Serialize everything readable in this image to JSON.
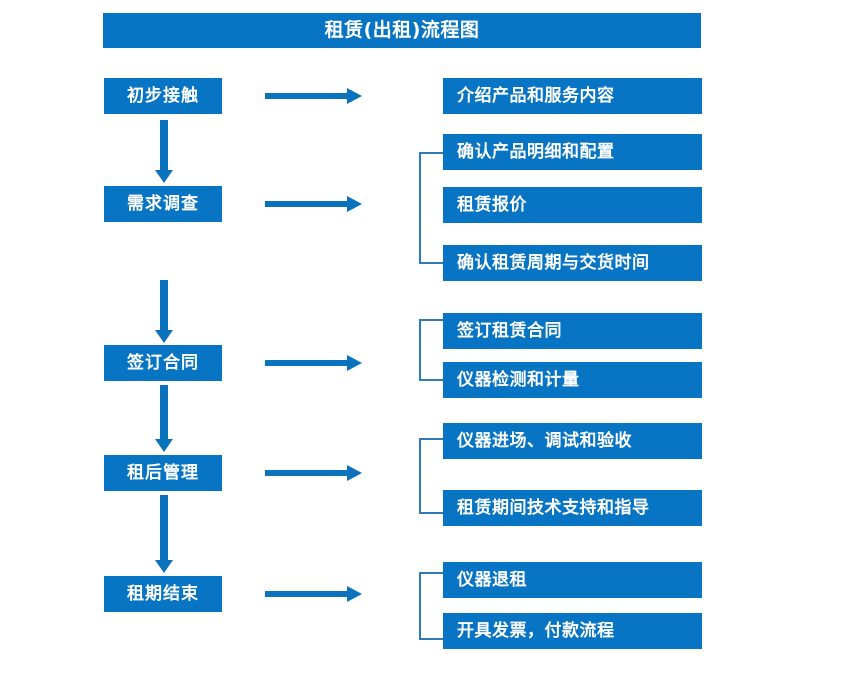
{
  "header": {
    "title": "租赁(出租)流程图"
  },
  "colors": {
    "box_blue": "#0874C4",
    "arrow_blue": "#0B72BE",
    "bracket_blue": "#2E7BB8",
    "text_white": "#FFFFFF",
    "background": "#FFFFFF"
  },
  "stages": [
    {
      "label": "初步接触"
    },
    {
      "label": "需求调查"
    },
    {
      "label": "签订合同"
    },
    {
      "label": "租后管理"
    },
    {
      "label": "租期结束"
    }
  ],
  "details": [
    {
      "label": "介绍产品和服务内容"
    },
    {
      "label": "确认产品明细和配置"
    },
    {
      "label": "租赁报价"
    },
    {
      "label": "确认租赁周期与交货时间"
    },
    {
      "label": "签订租赁合同"
    },
    {
      "label": "仪器检测和计量"
    },
    {
      "label": "仪器进场、调试和验收"
    },
    {
      "label": "租赁期间技术支持和指导"
    },
    {
      "label": "仪器退租"
    },
    {
      "label": "开具发票，付款流程"
    }
  ],
  "groups": [
    {
      "name": "需求调查-group"
    },
    {
      "name": "签订合同-group"
    },
    {
      "name": "租后管理-group"
    },
    {
      "name": "租期结束-group"
    }
  ],
  "arrows": {
    "horizontal_count": 5,
    "vertical_count": 4,
    "direction_horizontal": "right",
    "direction_vertical": "down"
  }
}
